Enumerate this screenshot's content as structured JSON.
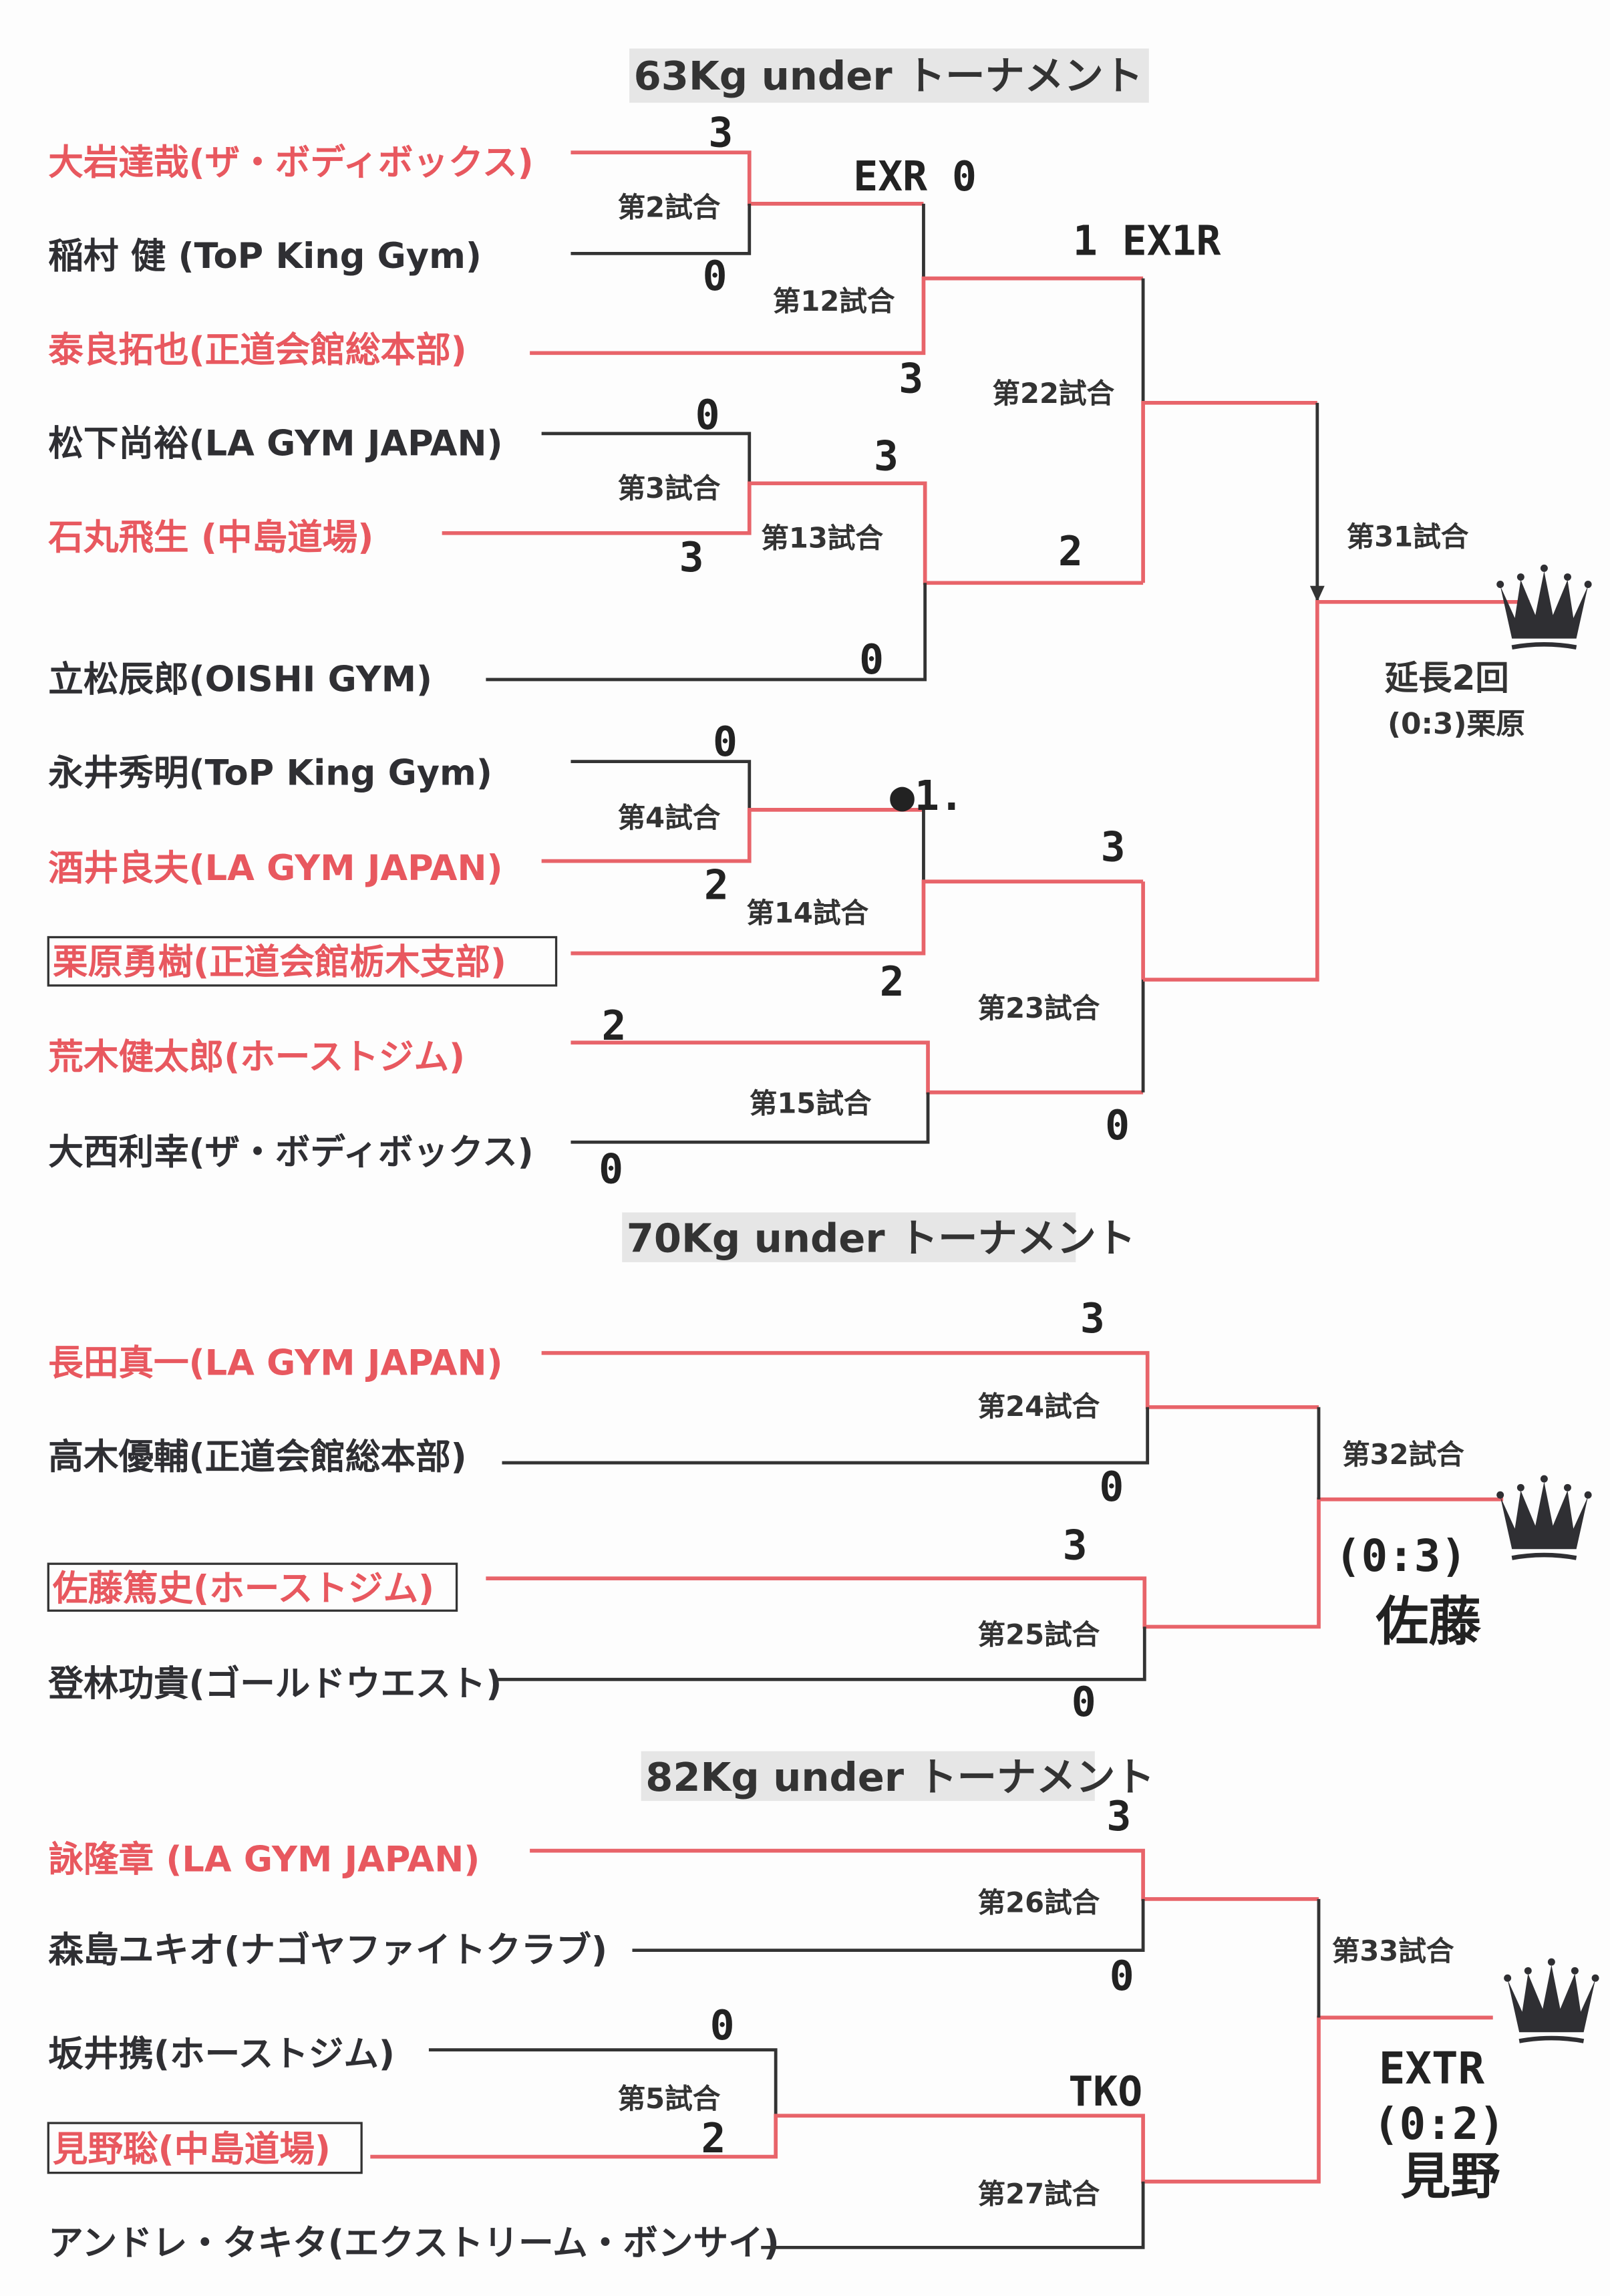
{
  "colors": {
    "winner": "#e8585f",
    "line": "#333333"
  },
  "sections": [
    {
      "title": "63Kg under トーナメント",
      "players": [
        "大岩達哉(ザ・ボディボックス)",
        "稲村 健 (ToP King Gym)",
        "泰良拓也(正道会館総本部)",
        "松下尚裕(LA GYM JAPAN)",
        "石丸飛生 (中島道場)",
        "立松辰郎(OISHI GYM)",
        "永井秀明(ToP King Gym)",
        "酒井良夫(LA GYM JAPAN)",
        "栗原勇樹(正道会館栃木支部)",
        "荒木健太郎(ホーストジム)",
        "大西利幸(ザ・ボディボックス)"
      ],
      "matches": [
        "第2試合",
        "第12試合",
        "第3試合",
        "第13試合",
        "第22試合",
        "第4試合",
        "第14試合",
        "第15試合",
        "第23試合",
        "第31試合"
      ],
      "scores": [
        "3",
        "0",
        "EXR 0",
        "3",
        "0",
        "3",
        "3",
        "0",
        "1 EX1R",
        "2",
        "0",
        "2",
        "●1.",
        "2",
        "2",
        "0",
        "3",
        "0"
      ],
      "result": {
        "note": "延長2回",
        "winner": "(0:3)栗原"
      }
    },
    {
      "title": "70Kg under トーナメント",
      "players": [
        "長田真一(LA GYM JAPAN)",
        "高木優輔(正道会館総本部)",
        "佐藤篤史(ホーストジム)",
        "登林功貴(ゴールドウエスト)"
      ],
      "matches": [
        "第24試合",
        "第25試合",
        "第32試合"
      ],
      "scores": [
        "3",
        "0",
        "3",
        "0"
      ],
      "result": {
        "score": "(0:3)",
        "winner": "佐藤"
      }
    },
    {
      "title": "82Kg under トーナメント",
      "players": [
        "詠隆章 (LA GYM JAPAN)",
        "森島ユキオ(ナゴヤファイトクラブ)",
        "坂井携(ホーストジム)",
        "見野聡(中島道場)",
        "アンドレ・タキタ(エクストリーム・ボンサイ)"
      ],
      "matches": [
        "第26試合",
        "第5試合",
        "第27試合",
        "第33試合"
      ],
      "scores": [
        "3",
        "0",
        "0",
        "2",
        "TKO"
      ],
      "result": {
        "method": "EXTR",
        "score": "(0:2)",
        "winner": "見野"
      }
    }
  ]
}
